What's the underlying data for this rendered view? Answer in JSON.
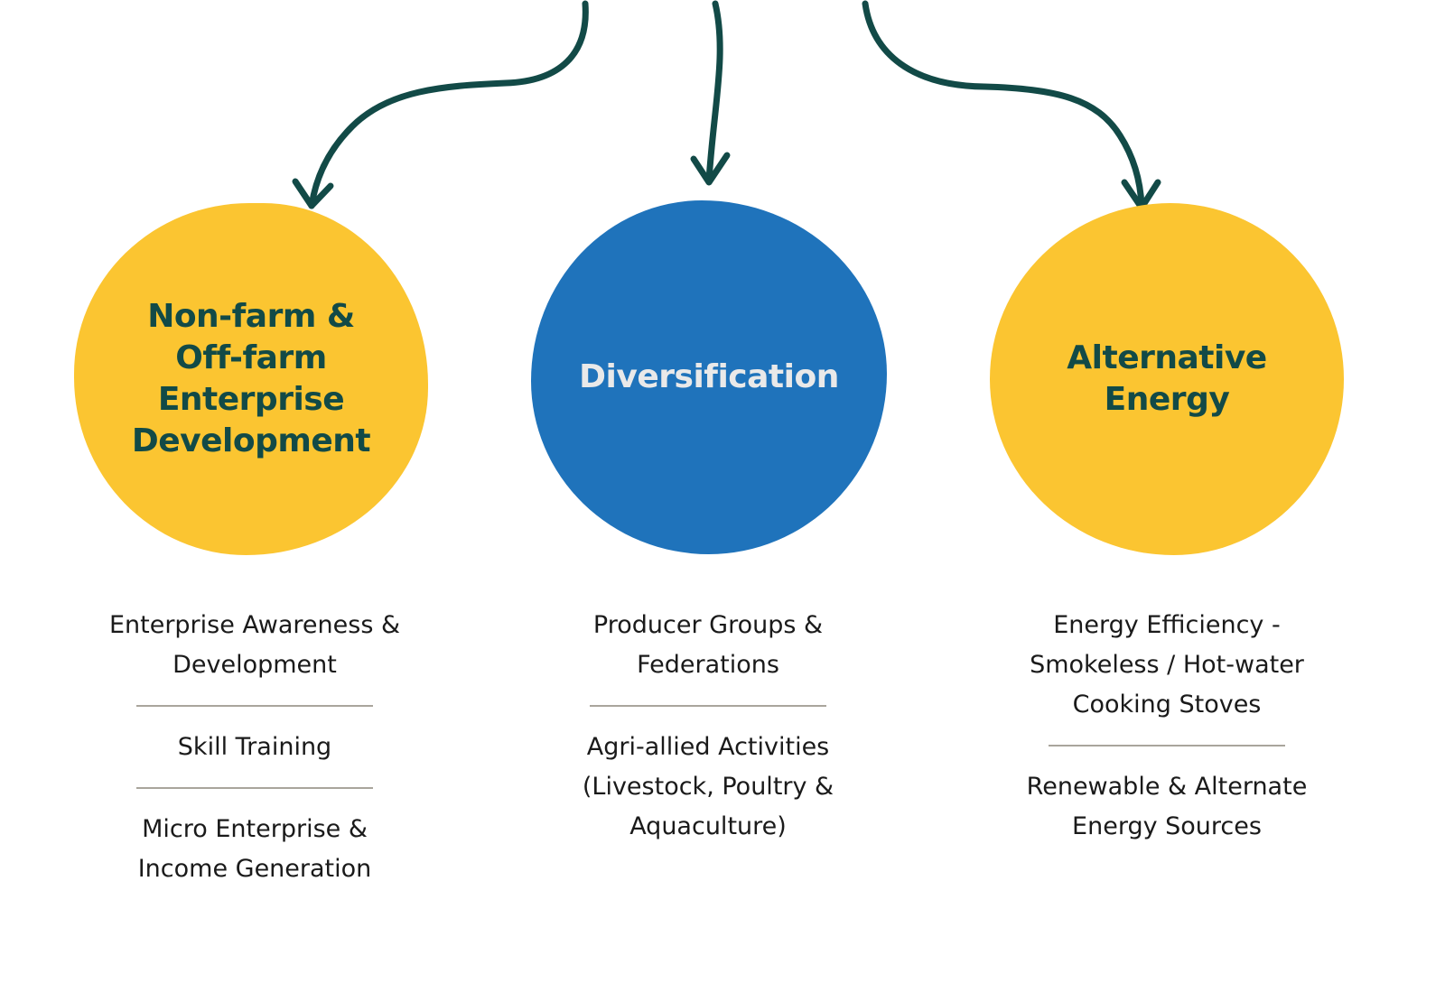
{
  "colors": {
    "yellow": "#FBC531",
    "blue": "#1F73BB",
    "dark_green": "#124A47",
    "light_text": "#E9E9E9",
    "divider": "#A9A59C"
  },
  "pillars": [
    {
      "title": "Non-farm &\nOff-farm\nEnterprise\nDevelopment",
      "items": [
        "Enterprise Awareness &\nDevelopment",
        "Skill Training",
        "Micro Enterprise &\nIncome Generation"
      ]
    },
    {
      "title": "Diversification",
      "items": [
        "Producer Groups &\nFederations",
        "Agri-allied Activities\n(Livestock, Poultry &\nAquaculture)"
      ]
    },
    {
      "title": "Alternative\nEnergy",
      "items": [
        "Energy Efficiency -\nSmokeless / Hot-water\nCooking Stoves",
        "Renewable & Alternate\nEnergy Sources"
      ]
    }
  ]
}
